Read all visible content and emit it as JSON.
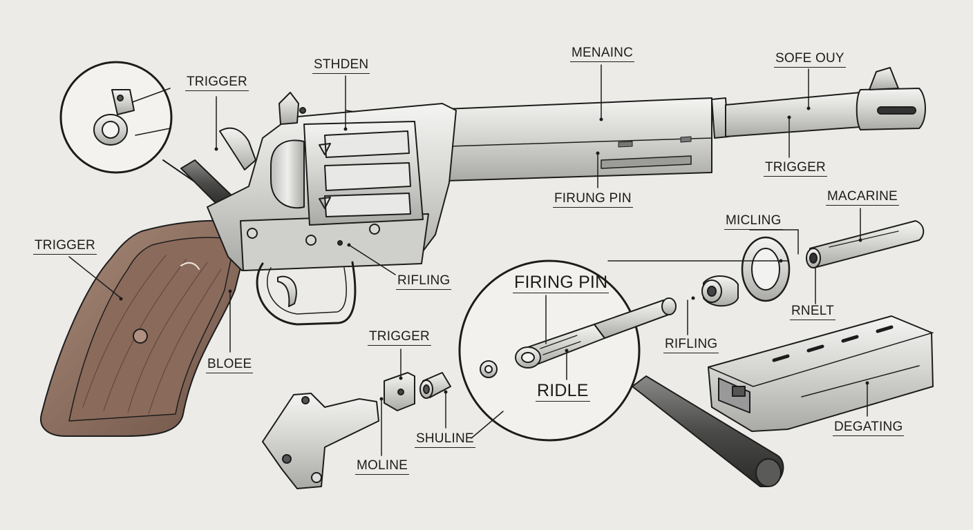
{
  "labels": {
    "trigger_top_left": "TRIGGER",
    "sthden": "STHDEN",
    "menainc": "MENAINC",
    "sofe_ouy": "SOFE OUY",
    "trigger_barrel": "TRIGGER",
    "firung_pin": "FIRUNG PIN",
    "trigger_grip": "TRIGGER",
    "rifling_frame": "RIFLING",
    "bloee": "BLOEE",
    "micling": "MICLING",
    "macarine": "MACARINE",
    "rnelt": "RNELT",
    "rifling_rings": "RIFLING",
    "firing_pin_magnified": "FIRING PIN",
    "ridle": "RIDLE",
    "trigger_parts": "TRIGGER",
    "shuline": "SHULINE",
    "moline": "MOLINE",
    "degating": "DEGATING"
  },
  "colors": {
    "paper": "#ecebe7",
    "ink": "#1c1c1c",
    "steel": "#d9d9d6",
    "wood": "#8a6a5a"
  }
}
